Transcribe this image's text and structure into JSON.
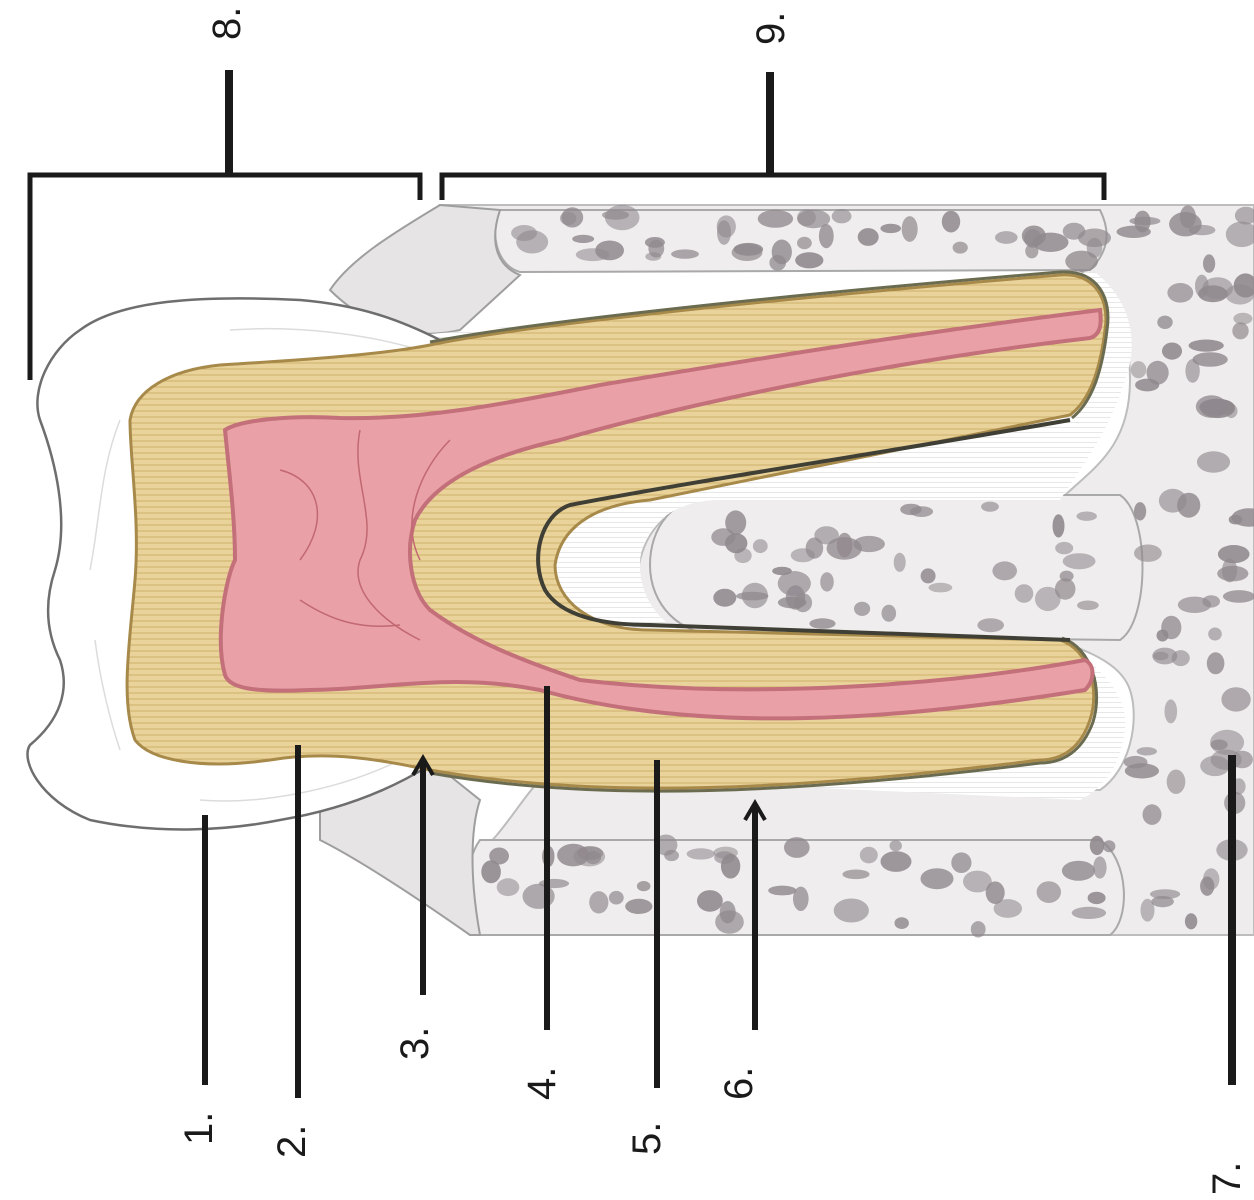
{
  "labels": {
    "l1": "1.",
    "l2": "2.",
    "l3": "3.",
    "l4": "4.",
    "l5": "5.",
    "l6": "6.",
    "l7": "7.",
    "l8": "8.",
    "l9": "9."
  },
  "colors": {
    "enamel": "#ffffff",
    "enamel_outline": "#6e6e6e",
    "dentin": "#e9d39a",
    "dentin_dark": "#b99a52",
    "pulp": "#e9a0a6",
    "pulp_dark": "#c9707a",
    "bone": "#eeecec",
    "bone_marrow": "#8f888d",
    "gingiva": "#e6e4e4",
    "line": "#1a1a1a"
  }
}
